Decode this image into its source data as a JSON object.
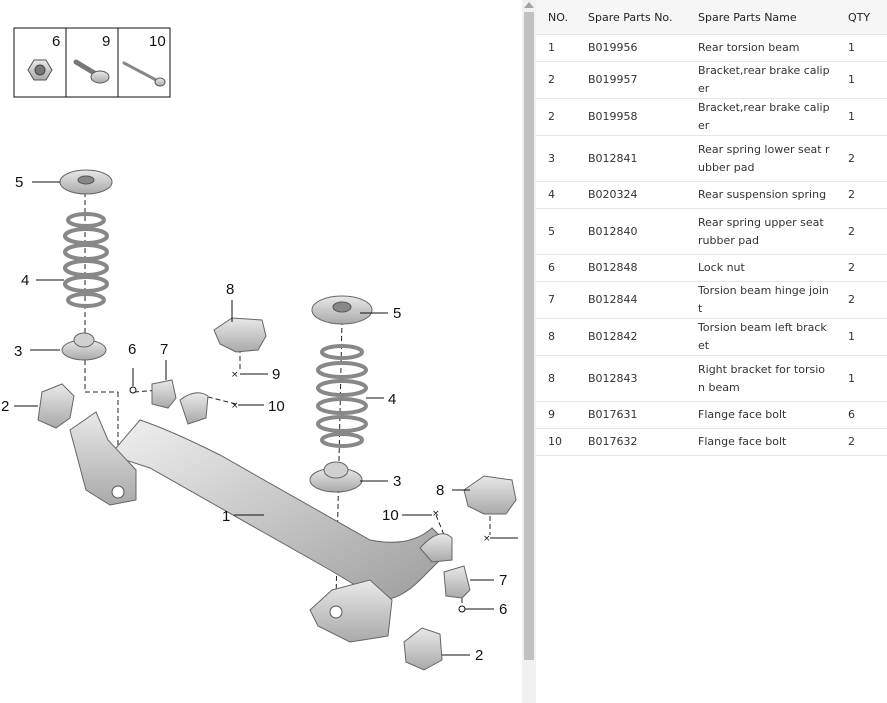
{
  "diagram": {
    "legend_numbers": [
      "6",
      "9",
      "10"
    ],
    "callouts": {
      "c1": "1",
      "c2a": "2",
      "c2b": "2",
      "c3a": "3",
      "c3b": "3",
      "c4a": "4",
      "c4b": "4",
      "c5a": "5",
      "c5b": "5",
      "c6a": "6",
      "c6b": "6",
      "c7a": "7",
      "c7b": "7",
      "c8a": "8",
      "c8b": "8",
      "c9": "9",
      "c10a": "10",
      "c10b": "10"
    }
  },
  "table": {
    "headers": [
      "NO.",
      "Spare Parts No.",
      "Spare Parts Name",
      "QTY"
    ],
    "rows": [
      {
        "no": "1",
        "part_no": "B019956",
        "name": "Rear torsion beam",
        "qty": "1"
      },
      {
        "no": "2",
        "part_no": "B019957",
        "name": "Bracket,rear brake caliper",
        "qty": "1"
      },
      {
        "no": "2",
        "part_no": "B019958",
        "name": "Bracket,rear brake caliper",
        "qty": "1"
      },
      {
        "no": "3",
        "part_no": "B012841",
        "name": "Rear spring lower seat rubber pad",
        "qty": "2"
      },
      {
        "no": "4",
        "part_no": "B020324",
        "name": "Rear suspension spring",
        "qty": "2"
      },
      {
        "no": "5",
        "part_no": "B012840",
        "name": "Rear spring upper seat rubber pad",
        "qty": "2"
      },
      {
        "no": "6",
        "part_no": "B012848",
        "name": "Lock nut",
        "qty": "2"
      },
      {
        "no": "7",
        "part_no": "B012844",
        "name": "Torsion beam hinge joint",
        "qty": "2"
      },
      {
        "no": "8",
        "part_no": "B012842",
        "name": "Torsion beam left bracket",
        "qty": "1"
      },
      {
        "no": "8",
        "part_no": "B012843",
        "name": "Right bracket for torsion beam",
        "qty": "1"
      },
      {
        "no": "9",
        "part_no": "B017631",
        "name": "Flange face bolt",
        "qty": "6"
      },
      {
        "no": "10",
        "part_no": "B017632",
        "name": "Flange face bolt",
        "qty": "2"
      }
    ]
  }
}
